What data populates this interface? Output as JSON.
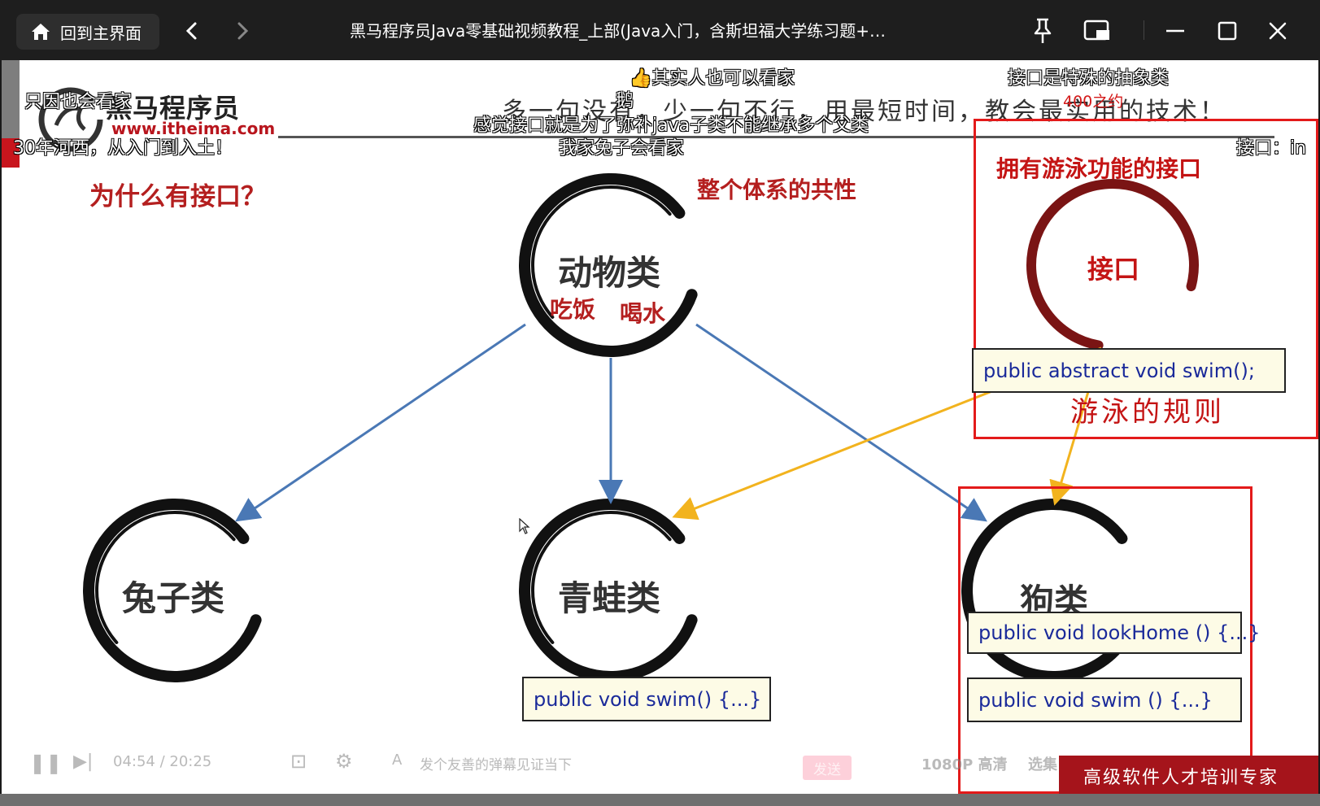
{
  "titlebar": {
    "home_label": "回到主界面",
    "title": "黑马程序员Java零基础视频教程_上部(Java入门，含斯坦福大学练习题+…",
    "icons": [
      "home-icon",
      "back-icon",
      "forward-icon",
      "pin-icon",
      "pip-icon",
      "minimize-icon",
      "maximize-icon",
      "close-icon"
    ]
  },
  "slide": {
    "header_text": "多一句没有，少一句不行，用最短时间，教会最实用的技术！",
    "logo_cn": "黑马程序员",
    "logo_url": "www.itheima.com",
    "question": "为什么有接口？",
    "commonality": "整个体系的共性",
    "animal": {
      "label": "动物类",
      "eat": "吃饭",
      "drink": "喝水"
    },
    "interface_box": {
      "title": "拥有游泳功能的接口",
      "circle_label": "接口",
      "code": "public abstract void swim();",
      "note": "游泳的规则"
    },
    "rabbit": "兔子类",
    "frog": {
      "label": "青蛙类",
      "code": "public void swim() {...}"
    },
    "dog": {
      "label": "狗类",
      "code1": "public void lookHome () {...}",
      "code2": "public void swim () {...}"
    },
    "slogan": "高级软件人才培训专家"
  },
  "danmaku": [
    "其实人也可以看家",
    "接口是特殊的抽象类",
    "只因也会看家",
    "鹅",
    "400之约",
    "感觉接口就是为了弥补java子类不能继承多个父类",
    "30年河西，从入门到入土！",
    "我家兔子会看家",
    "接口：in"
  ],
  "player": {
    "time": "04:54 / 20:25",
    "danmaku_placeholder": "发个友善的弹幕见证当下",
    "send_label": "发送",
    "quality": "1080P 高清",
    "extra": "选集"
  },
  "colors": {
    "accent_red": "#e31a1a",
    "title_red": "#b41f1f",
    "arrow_blue": "#4a78b5",
    "arrow_yellow": "#f2b31e"
  }
}
